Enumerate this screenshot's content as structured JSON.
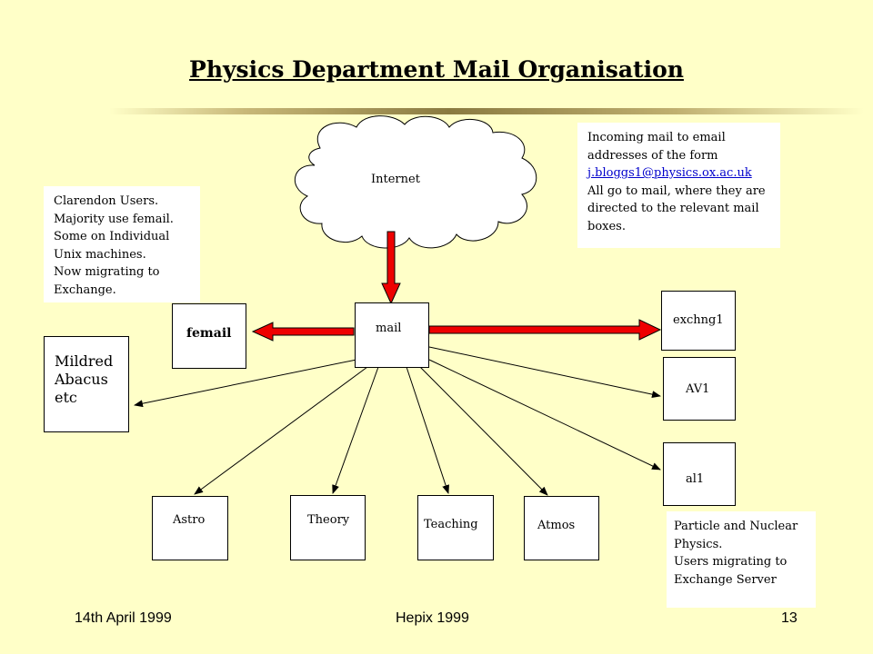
{
  "title": "Physics Department Mail Organisation",
  "notes": {
    "internet_note": [
      "Incoming mail to email",
      "addresses of the form",
      "j.bloggs1@physics.ox.ac.uk",
      "All go to mail, where they are",
      "directed to the relevant mail",
      "boxes."
    ],
    "clarendon_note": [
      "Clarendon Users.",
      "Majority use femail.",
      "Some on Individual",
      "Unix machines.",
      "Now migrating to",
      "Exchange."
    ],
    "particle_note": [
      "Particle and Nuclear",
      "Physics.",
      "Users migrating to",
      "Exchange Server"
    ]
  },
  "nodes": {
    "internet": "Internet",
    "mail": "mail",
    "femail": "femail",
    "exchng1": "exchng1",
    "av1": "AV1",
    "al1": "al1",
    "mildred": [
      "Mildred",
      "Abacus",
      "etc"
    ],
    "astro": "Astro",
    "theory": "Theory",
    "teaching": "Teaching",
    "atmos": "Atmos"
  },
  "colors": {
    "background": "#ffffc8",
    "arrow_red": "#ee0000",
    "link_blue": "#0000cc"
  },
  "footer": {
    "date": "14th April 1999",
    "event": "Hepix 1999",
    "page": "13"
  }
}
